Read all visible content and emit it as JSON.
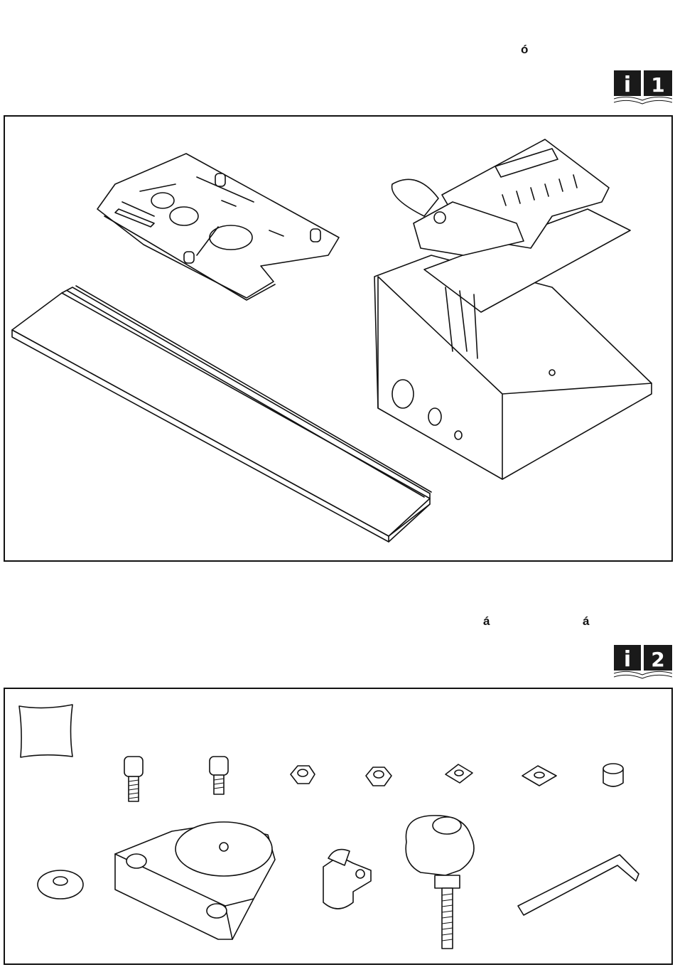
{
  "header1": {
    "glyph": "ó"
  },
  "badge1": {
    "icon": "info-book-icon",
    "number": "1"
  },
  "header2": {
    "glyph_a": "á",
    "glyph_b": "á"
  },
  "badge2": {
    "icon": "info-book-icon",
    "number": "2"
  },
  "colors": {
    "ink": "#111111",
    "background": "#ffffff"
  }
}
